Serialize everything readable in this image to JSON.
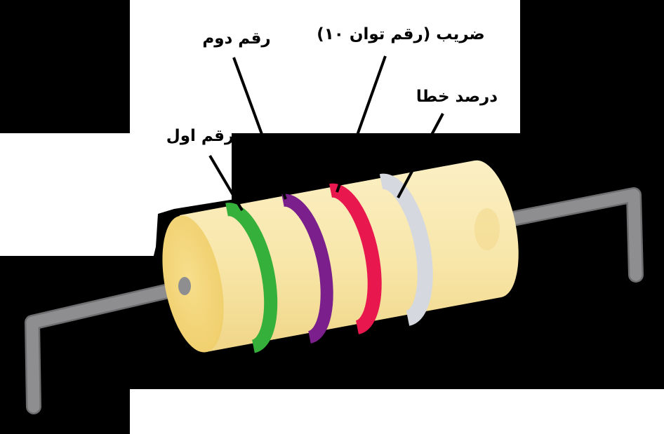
{
  "labels": {
    "first_digit": "رقم اول",
    "second_digit": "رقم دوم",
    "multiplier": "ضریب (رقم توان ۱۰)",
    "tolerance": "درصد خطا"
  },
  "colors": {
    "background": "#000000",
    "label_panel": "#ffffff",
    "lead": "#8e8e90",
    "lead_outline": "#6e6e70",
    "body": "#f8e6a8",
    "body_end": "#f3d77a",
    "pointer_line": "#000000",
    "band_first_digit": "#35b03a",
    "band_second_digit": "#7a1f8c",
    "band_multiplier": "#e8174e",
    "band_tolerance": "#d5d8df"
  }
}
